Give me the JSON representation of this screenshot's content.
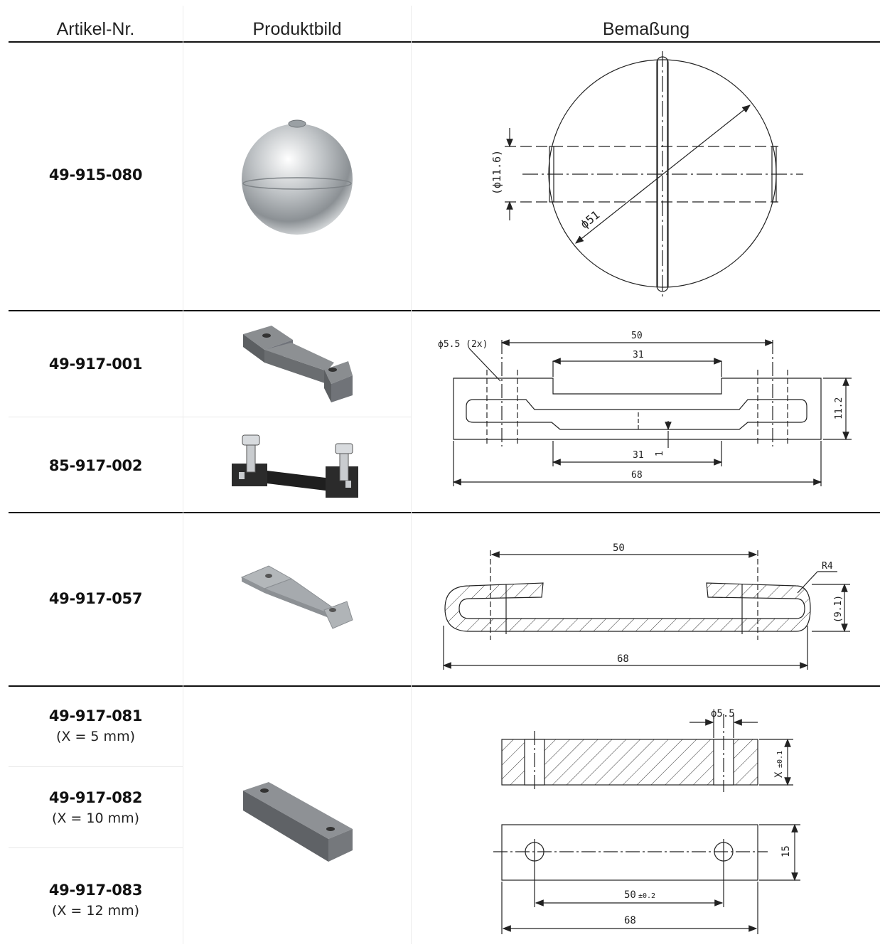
{
  "header": {
    "col_article": "Artikel-Nr.",
    "col_image": "Produktbild",
    "col_dimension": "Bemaßung"
  },
  "rows": [
    {
      "article": "49-915-080"
    },
    {
      "article": "49-917-001"
    },
    {
      "article": "85-917-002"
    },
    {
      "article": "49-917-057"
    },
    {
      "article": "49-917-081",
      "note": "(X = 5 mm)"
    },
    {
      "article": "49-917-082",
      "note": "(X = 10 mm)"
    },
    {
      "article": "49-917-083",
      "note": "(X = 12 mm)"
    }
  ],
  "drawings": {
    "ball": {
      "bore": "(ϕ11.6)",
      "diameter": "ϕ51"
    },
    "bracket": {
      "hole": "ϕ5.5 (2x)",
      "top_span": "50",
      "inner_top": "31",
      "inner_bottom": "31",
      "step": "1",
      "height": "11.2",
      "length": "68"
    },
    "clip": {
      "span": "50",
      "radius": "R4",
      "height": "(9.1)",
      "length": "68"
    },
    "block": {
      "hole": "ϕ5.5",
      "thickness": "X",
      "thickness_tol": "±0.1",
      "width": "15",
      "span": "50",
      "span_tol": "±0.2",
      "length": "68"
    }
  },
  "colors": {
    "rule": "#111111",
    "steel": "#b8bcc0",
    "dark_part": "#2b2b2b"
  }
}
